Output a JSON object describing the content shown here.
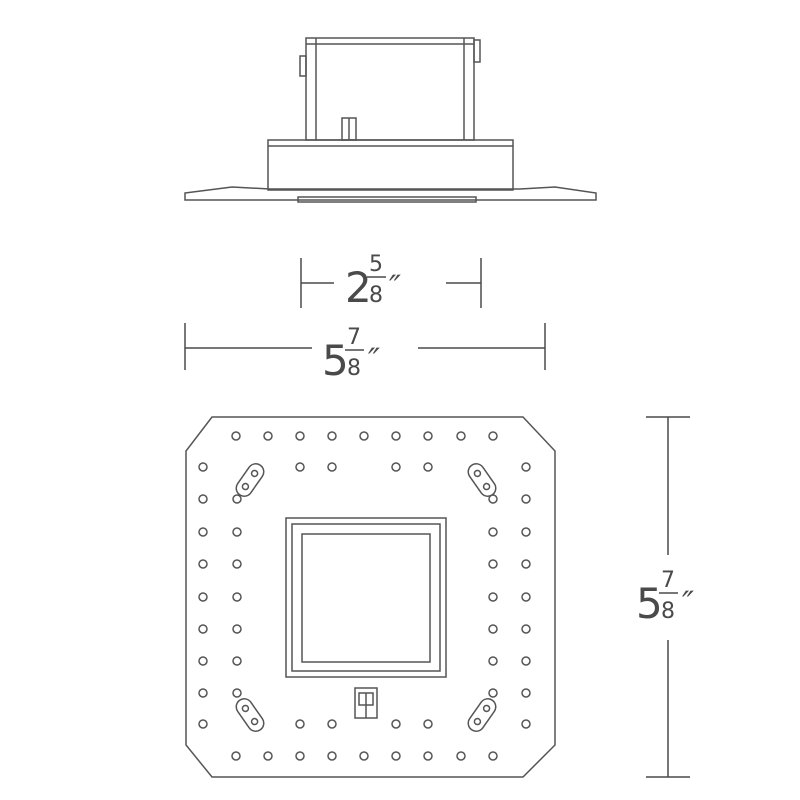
{
  "colors": {
    "stroke": "#555555",
    "dimension": "#4a4a4a",
    "background": "#ffffff"
  },
  "dimensions": {
    "aperture_width": {
      "whole": "2",
      "numerator": "5",
      "denominator": "8",
      "unit": "″"
    },
    "overall_width": {
      "whole": "5",
      "numerator": "7",
      "denominator": "8",
      "unit": "″"
    },
    "overall_height": {
      "whole": "5",
      "numerator": "7",
      "denominator": "8",
      "unit": "″"
    }
  }
}
